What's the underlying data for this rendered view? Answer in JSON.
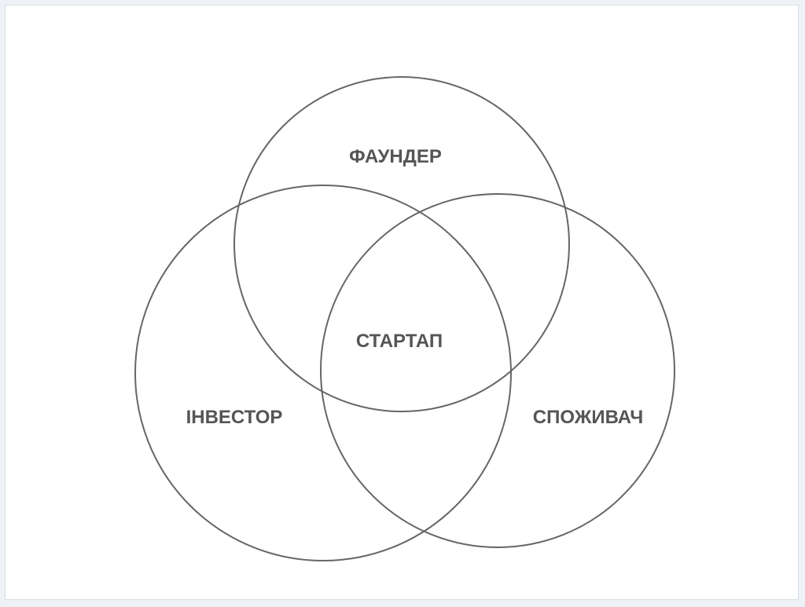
{
  "diagram": {
    "labels": {
      "founder": "ФАУНДЕР",
      "startup": "СТАРТАП",
      "investor": "ІНВЕСТОР",
      "consumer": "СПОЖИВАЧ"
    },
    "colors": {
      "circle_stroke": "#666666",
      "label_text": "#555555",
      "background": "#ffffff",
      "frame_border": "#d8dee6"
    }
  }
}
